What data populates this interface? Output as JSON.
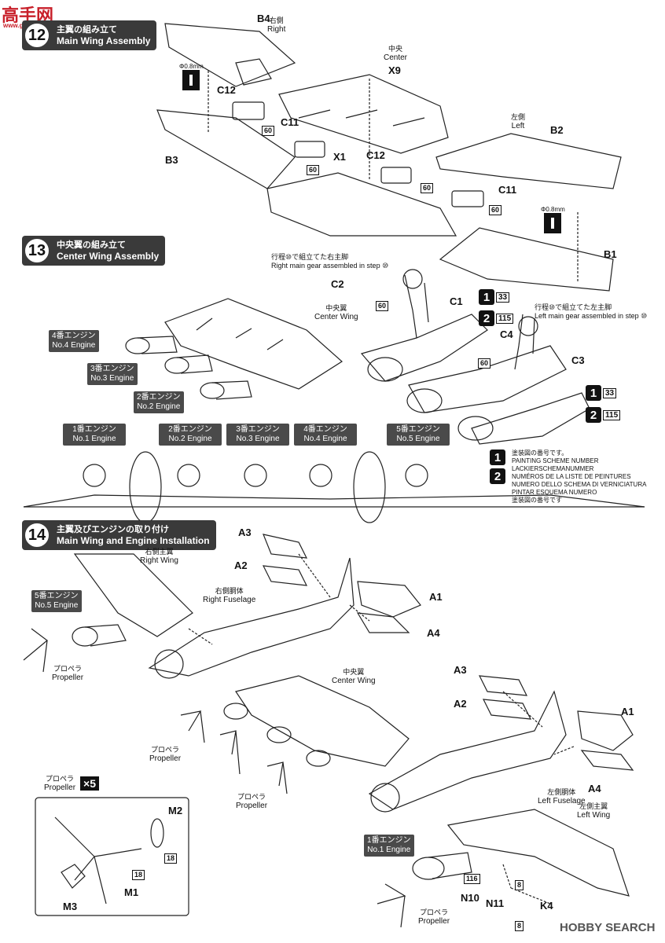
{
  "watermark_top": "高手网",
  "watermark_url": "www.gaoshou.com",
  "watermark_bottom": "HOBBY SEARCH",
  "steps": {
    "s12": {
      "num": "12",
      "jp": "主翼の組み立て",
      "en": "Main Wing Assembly"
    },
    "s13": {
      "num": "13",
      "jp": "中央翼の組み立て",
      "en": "Center Wing Assembly"
    },
    "s14": {
      "num": "14",
      "jp": "主翼及びエンジンの取り付け",
      "en": "Main Wing and Engine Installation"
    }
  },
  "labels": {
    "right_jp": "右側",
    "right_en": "Right",
    "center_jp": "中央",
    "center_en": "Center",
    "left_jp": "左側",
    "left_en": "Left",
    "center_wing_jp": "中央翼",
    "center_wing_en": "Center Wing",
    "right_gear_jp": "行程⑩で組立てた右主脚",
    "right_gear_en": "Right main gear assembled in step ⑩",
    "left_gear_jp": "行程⑩で組立てた左主脚",
    "left_gear_en": "Left main gear assembled in step ⑩",
    "right_main_wing_jp": "右側主翼",
    "right_main_wing_en": "Right Wing",
    "right_fuselage_jp": "右側胴体",
    "right_fuselage_en": "Right Fuselage",
    "left_fuselage_jp": "左側胴体",
    "left_fuselage_en": "Left Fuselage",
    "left_main_wing_jp": "左側主翼",
    "left_main_wing_en": "Left Wing",
    "propeller_jp": "プロペラ",
    "propeller_en": "Propeller",
    "x5": "×5",
    "drill": "Φ0.8mm"
  },
  "parts": {
    "B4": "B4",
    "X9": "X9",
    "C12a": "C12",
    "C11a": "C11",
    "B3": "B3",
    "X1": "X1",
    "C12b": "C12",
    "B2": "B2",
    "C11b": "C11",
    "B1": "B1",
    "C2": "C2",
    "C1": "C1",
    "C4": "C4",
    "C3": "C3",
    "A3a": "A3",
    "A2a": "A2",
    "A1a": "A1",
    "A4a": "A4",
    "A3b": "A3",
    "A2b": "A2",
    "A1b": "A1",
    "A4b": "A4",
    "M2": "M2",
    "M1": "M1",
    "M3": "M3",
    "N10": "N10",
    "N11": "N11",
    "K4": "K4"
  },
  "num_boxes": {
    "n60": "60",
    "n18": "18",
    "n116": "116",
    "n8": "8",
    "n33": "33",
    "n115": "115"
  },
  "engines_step13": [
    {
      "jp": "4番エンジン",
      "en": "No.4 Engine"
    },
    {
      "jp": "3番エンジン",
      "en": "No.3 Engine"
    },
    {
      "jp": "2番エンジン",
      "en": "No.2 Engine"
    }
  ],
  "engines_row": [
    {
      "jp": "1番エンジン",
      "en": "No.1 Engine"
    },
    {
      "jp": "2番エンジン",
      "en": "No.2 Engine"
    },
    {
      "jp": "3番エンジン",
      "en": "No.3 Engine"
    },
    {
      "jp": "4番エンジン",
      "en": "No.4 Engine"
    },
    {
      "jp": "5番エンジン",
      "en": "No.5 Engine"
    }
  ],
  "engines_step14": {
    "no5": {
      "jp": "5番エンジン",
      "en": "No.5 Engine"
    },
    "no1": {
      "jp": "1番エンジン",
      "en": "No.1 Engine"
    }
  },
  "paint_legend": [
    "塗装図の番号です。",
    "PAINTING SCHEME NUMBER",
    "LACKIERSCHEMANUMMER",
    "NUMÉROS DE LA LISTE DE PEINTURES",
    "NUMERO DELLO SCHEMA DI VERNICIATURA",
    "PINTAR ESQUEMA NUMERO",
    "塗装図の番号です"
  ],
  "paint_badges": {
    "one": "1",
    "two": "2"
  }
}
